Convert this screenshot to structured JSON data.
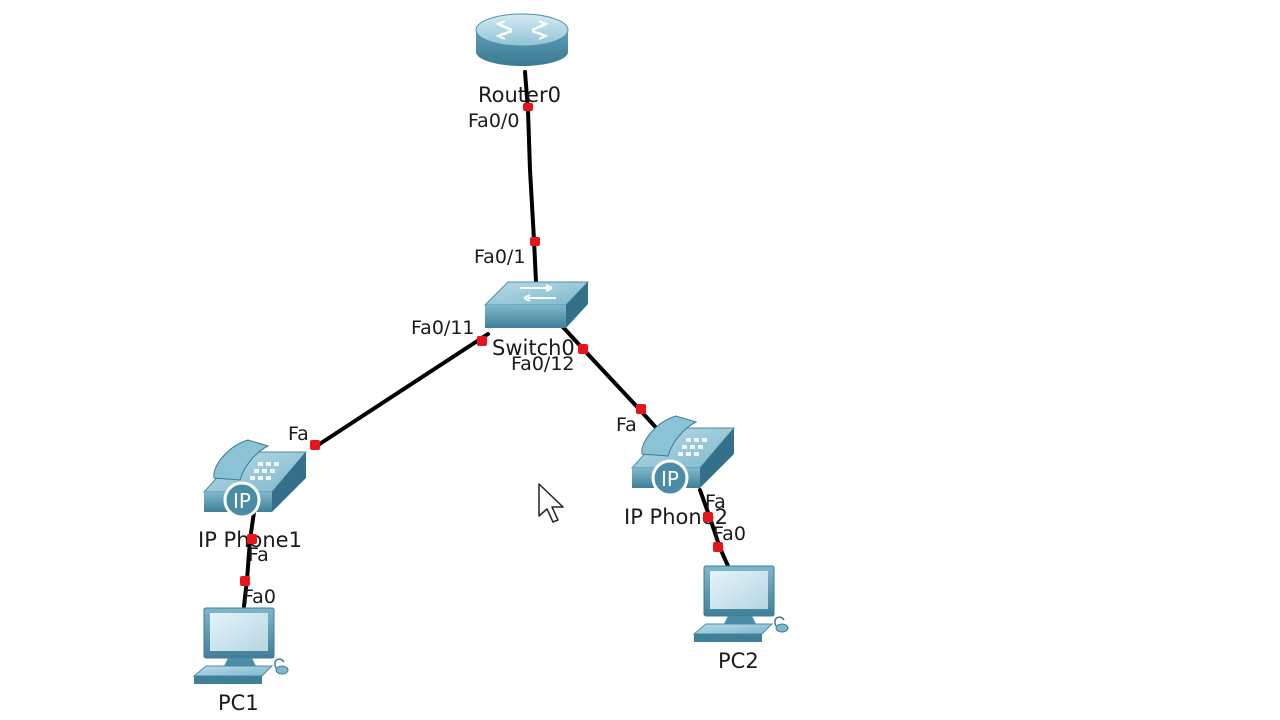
{
  "devices": {
    "router0": {
      "label": "Router0"
    },
    "switch0": {
      "label": "Switch0"
    },
    "ipphone1": {
      "label": "IP Phone1",
      "badge": "IP"
    },
    "ipphone2": {
      "label": "IP Phone2",
      "badge": "IP"
    },
    "pc1": {
      "label": "PC1"
    },
    "pc2": {
      "label": "PC2"
    }
  },
  "ports": {
    "router_fa0_0": "Fa0/0",
    "switch_fa0_1": "Fa0/1",
    "switch_fa0_11": "Fa0/11",
    "switch_fa0_12": "Fa0/12",
    "phone1_uplink": "Fa",
    "phone1_pc": "Fa",
    "pc1_fa0": "Fa0",
    "phone2_uplink": "Fa",
    "phone2_pc": "Fa",
    "pc2_fa0": "Fa0"
  },
  "colors": {
    "device_blue": "#5b9fb8",
    "device_dark": "#2f6d86",
    "device_light": "#a9d3e2",
    "link": "#000000",
    "port_indicator": "#e8141a"
  },
  "icons": [
    "router-icon",
    "switch-icon",
    "ip-phone-icon",
    "pc-icon",
    "mouse-cursor-icon"
  ]
}
